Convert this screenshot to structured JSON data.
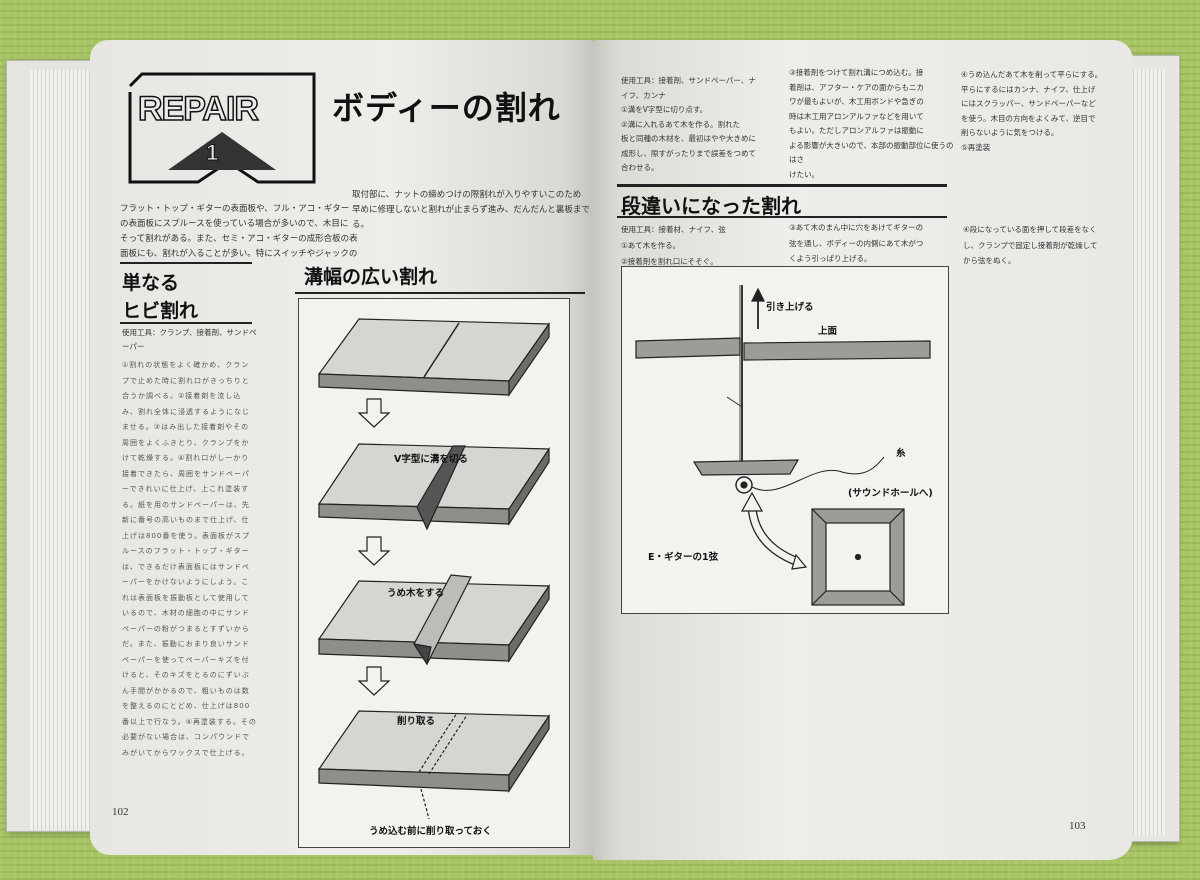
{
  "left_page": {
    "badge_word": "REPAIR",
    "badge_number": "1",
    "title": "ボディーの割れ",
    "intro_left": [
      "フラット・トップ・ギターの表面板や、フル・アコ・ギター",
      "の表面板にスプルースを使っている場合が多いので、木目に",
      "そって割れがある。また、セミ・アコ・ギターの成形合板の表",
      "面板にも、割れが入ることが多い。特にスイッチやジャックの"
    ],
    "intro_right": [
      "取付部に、ナットの締めつけの際割れが入りやすいこのため",
      "早めに修理しないと割れが止まらず進み、だんだんと裏板まで",
      "る。"
    ],
    "section1_title_line1": "単なる",
    "section1_title_line2": "ヒビ割れ",
    "section1_tools": "使用工具：クランプ、接着剤、サンドペーパー",
    "section2_title": "溝幅の広い割れ",
    "fig_labels": {
      "step1": "V字型に溝を切る",
      "step2": "うめ木をする",
      "step3": "削り取る",
      "step4": "うめ込む前に削り取っておく"
    },
    "page_number": "102"
  },
  "right_page": {
    "top_col1": [
      "使用工具：接着剤、サンドペーパー、ナ",
      "イフ、カンナ",
      "①溝をV字型に切り点す。",
      "②溝に入れるあて木を作る。割れた",
      "板と同種の木材を、最初はやや大きめに",
      "成形し、隙すがったりまで誤差をつめて",
      "合わせる。"
    ],
    "top_col2": [
      "③接着剤をつけて割れ溝につめ込む。接",
      "着剤は、アフター・ケアの面からもニカ",
      "ワが最もよいが、木工用ボンドや急ぎの",
      "時は木工用アロンアルファなどを用いて",
      "もよい。ただしアロンアルファは振動に",
      "よる影響が大きいので、本部の振動部位に使うのはさ",
      "けたい。"
    ],
    "top_col3": [
      "④うめ込んだあて木を削って平らにする。",
      "平らにするにはカンナ、ナイフ、仕上げ",
      "にはスクラッパー、サンドペーパーなど",
      "を使う。木目の方向をよくみて、逆目で",
      "削らないように気をつける。",
      "⑤再塗装"
    ],
    "section3_title": "段違いになった割れ",
    "s3_col1": [
      "使用工具：接着材、ナイフ、弦",
      "①あて木を作る。",
      "②接着剤を割れ口にそそぐ。"
    ],
    "s3_col2": [
      "③あて木のまん中に穴をあけてギターの",
      "弦を通し、ボディーの内側にあて木がつ",
      "くよう引っぱり上げる。"
    ],
    "s3_col3": [
      "④段になっている面を押して段差をなく",
      "し、クランプで固定し接着剤が乾燥して",
      "から弦をぬく。"
    ],
    "fig_labels": {
      "pull_up": "引き上げる",
      "top_surface": "上面",
      "thread": "糸",
      "to_soundhole": "(サウンドホールへ)",
      "e_string": "E・ギターの1弦"
    },
    "page_number": "103"
  }
}
